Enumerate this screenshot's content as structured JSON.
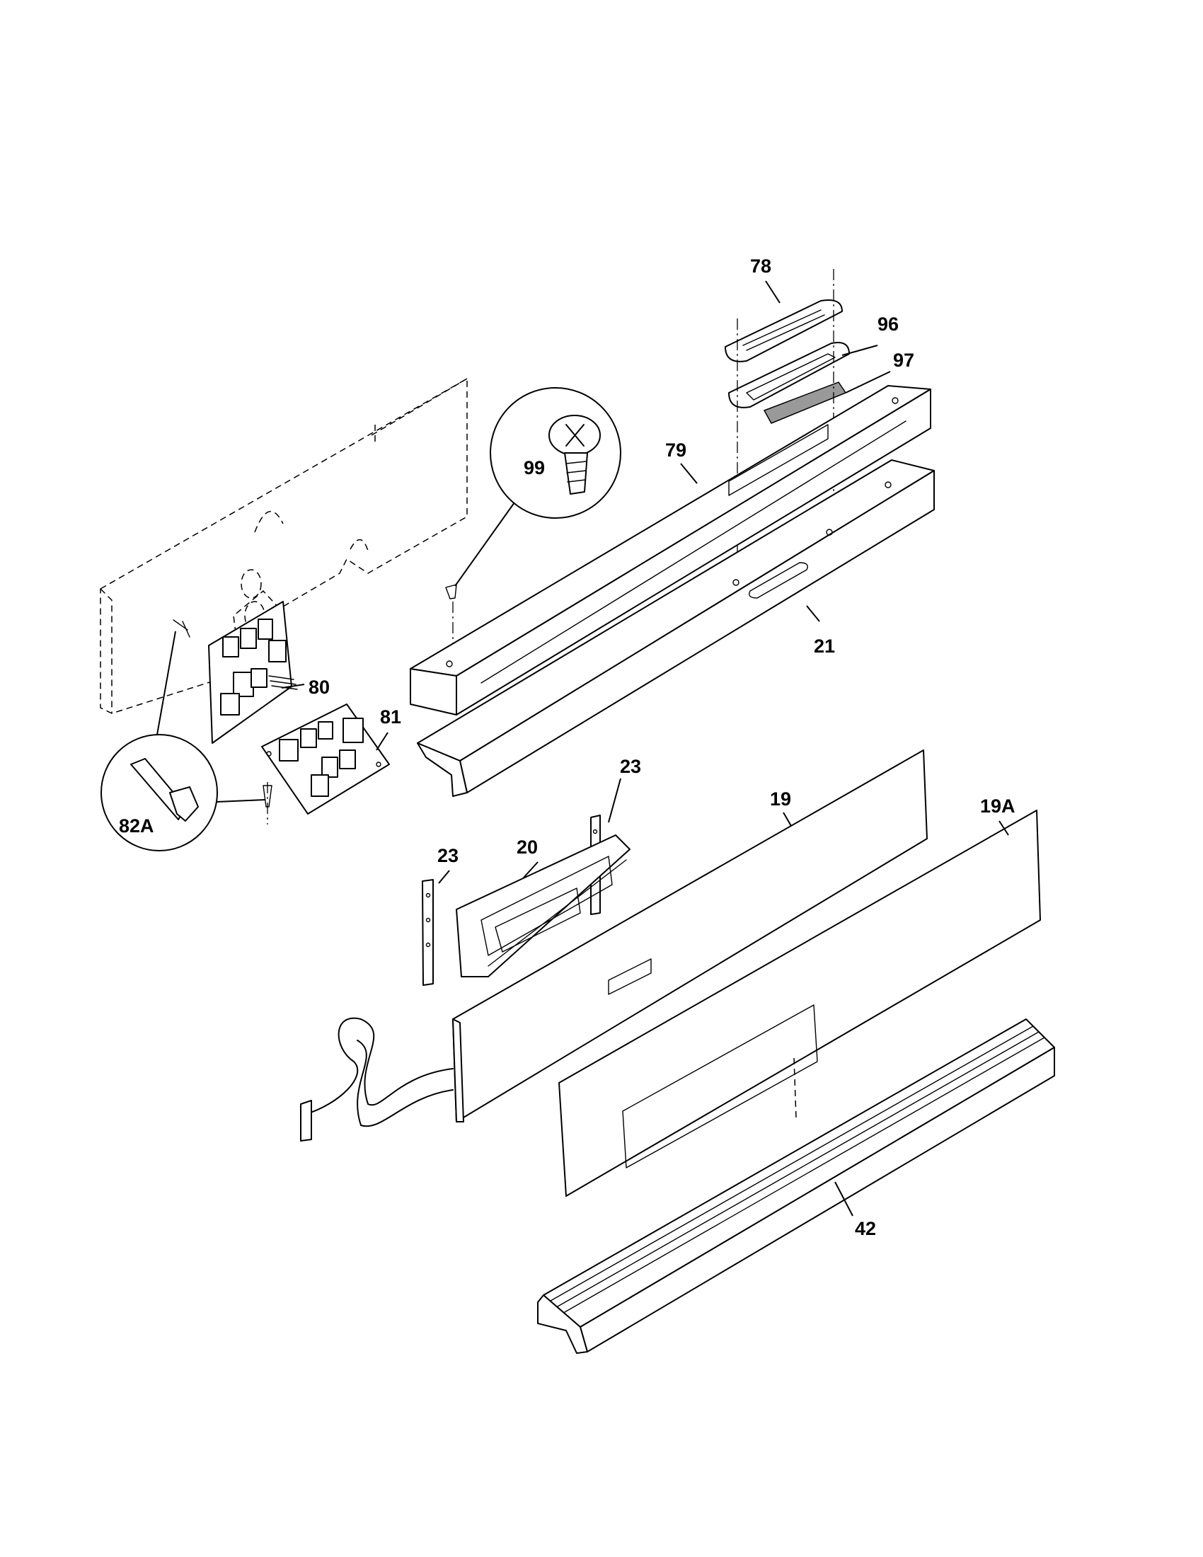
{
  "callouts": {
    "p78": "78",
    "p96": "96",
    "p97": "97",
    "p79": "79",
    "p99": "99",
    "p21": "21",
    "p80": "80",
    "p81": "81",
    "p82a": "82A",
    "p23a": "23",
    "p23b": "23",
    "p20": "20",
    "p19": "19",
    "p19a": "19A",
    "p42": "42"
  }
}
